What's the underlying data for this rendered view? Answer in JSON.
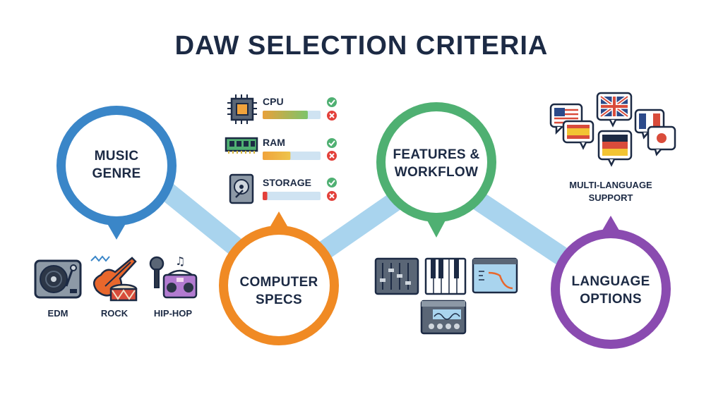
{
  "title": "DAW SELECTION CRITERIA",
  "nodes": {
    "genre": {
      "lines": [
        "MUSIC",
        "GENRE"
      ],
      "color": "#3a86c8"
    },
    "specs": {
      "lines": [
        "COMPUTER",
        "SPECS"
      ],
      "color": "#f08a24"
    },
    "features": {
      "lines": [
        "FEATURES &",
        "WORKFLOW"
      ],
      "color": "#4fb072"
    },
    "language": {
      "lines": [
        "LANGUAGE",
        "OPTIONS"
      ],
      "color": "#8a4bb0"
    }
  },
  "genres": [
    "EDM",
    "ROCK",
    "HIP-HOP"
  ],
  "specs": [
    {
      "label": "CPU",
      "level": 0.78
    },
    {
      "label": "RAM",
      "level": 0.48
    },
    {
      "label": "STORAGE",
      "level": 0.08
    }
  ],
  "language_support": "MULTI-LANGUAGE\nSUPPORT",
  "language_lines": [
    "MULTI-LANGUAGE",
    "SUPPORT"
  ]
}
